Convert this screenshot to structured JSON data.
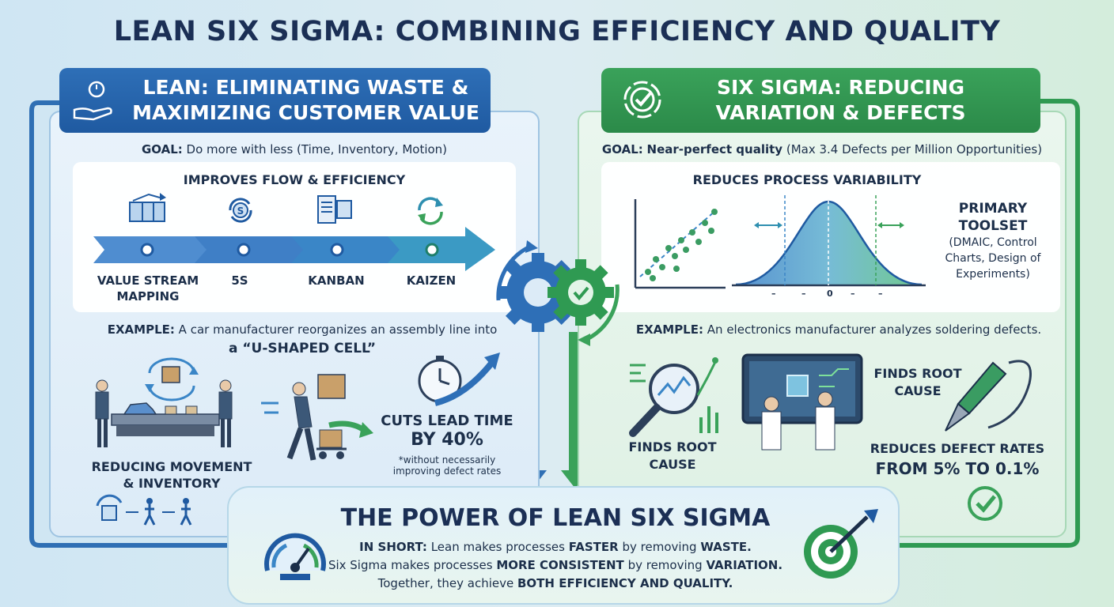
{
  "title": "LEAN SIX SIGMA: COMBINING EFFICIENCY AND QUALITY",
  "lean": {
    "banner_line1": "LEAN: ELIMINATING WASTE &",
    "banner_line2": "MAXIMIZING CUSTOMER VALUE",
    "goal_label": "GOAL:",
    "goal_text": "Do more with less (Time, Inventory, Motion)",
    "flow_title": "IMPROVES FLOW & EFFICIENCY",
    "steps": [
      "VALUE STREAM MAPPING",
      "5S",
      "KANBAN",
      "KAIZEN"
    ],
    "example_label": "EXAMPLE:",
    "example_text": "A car manufacturer reorganizes an assembly line into",
    "example_text2": "a “U-SHAPED CELL”",
    "movement_label": "REDUCING MOVEMENT & INVENTORY",
    "cuts_line1": "CUTS LEAD TIME",
    "cuts_line2": "BY 40%",
    "cuts_note": "*without necessarily improving defect rates"
  },
  "six": {
    "banner_line1": "SIX SIGMA: REDUCING",
    "banner_line2": "VARIATION & DEFECTS",
    "goal_label": "GOAL:",
    "goal_bold": "Near-perfect quality",
    "goal_text": "(Max 3.4 Defects per Million Opportunities)",
    "var_title": "REDUCES PROCESS VARIABILITY",
    "toolset_title": "PRIMARY TOOLSET",
    "toolset_text": "(DMAIC, Control Charts, Design of Experiments)",
    "bell_ticks": [
      "–",
      "–",
      "0",
      "–",
      "–"
    ],
    "example_label": "EXAMPLE:",
    "example_text": "An electronics manufacturer analyzes soldering defects.",
    "finds_left": "FINDS ROOT CAUSE",
    "finds_right": "FINDS ROOT CAUSE",
    "reduces_line1": "REDUCES DEFECT RATES",
    "reduces_line2": "FROM 5% TO 0.1%"
  },
  "power": {
    "title": "THE POWER OF LEAN SIX SIGMA",
    "in_short": "IN SHORT:",
    "l1a": "Lean makes processes",
    "l1b": "FASTER",
    "l1c": "by removing",
    "l1d": "WASTE.",
    "l2a": "Six Sigma makes processes",
    "l2b": "MORE CONSISTENT",
    "l2c": "by removing",
    "l2d": "VARIATION.",
    "l3a": "Together, they achieve",
    "l3b": "BOTH EFFICIENCY AND QUALITY."
  },
  "colors": {
    "lean_blue": "#2563ab",
    "six_green": "#2f9a52",
    "navy": "#1b2f55"
  }
}
